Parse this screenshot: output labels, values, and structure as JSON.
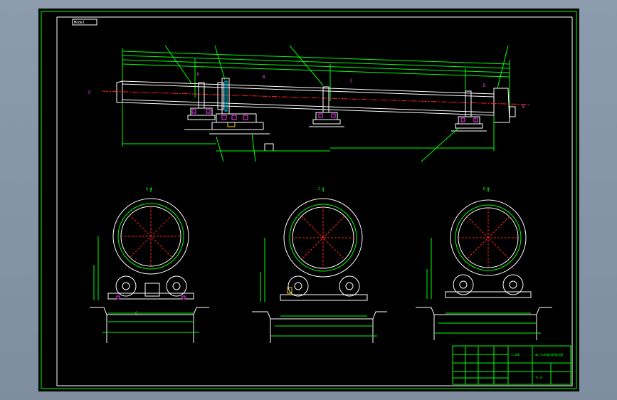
{
  "tab_label": "Model",
  "colors": {
    "background": "#000000",
    "frame": "#00ff00",
    "center_line": "#ff2020",
    "section_marks": "#ff30ff",
    "outline": "#ffffff"
  },
  "sections": [
    {
      "label": "A-A"
    },
    {
      "label": "C-C"
    },
    {
      "label": "D-D"
    }
  ],
  "section_markers": [
    "A",
    "B",
    "C",
    "D",
    "E",
    "F",
    "G"
  ],
  "title_block": {
    "title": "Φ4.3×60m回转窑总图",
    "scale": "1:100",
    "drawing_no": "TL-0"
  }
}
